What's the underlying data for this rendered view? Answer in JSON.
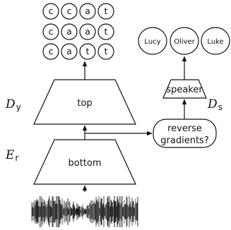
{
  "labels": {
    "dy_main": "D",
    "dy_sub": "y",
    "ds_main": "D",
    "ds_sub": "s",
    "er_main": "E",
    "er_sub": "r"
  },
  "blocks": {
    "top": "top",
    "bottom": "bottom",
    "speaker": "speaker",
    "reverse_line1": "reverse",
    "reverse_line2": "gradients?"
  },
  "char_grid": [
    [
      "c",
      "c",
      "a",
      "t"
    ],
    [
      "c",
      "a",
      "a",
      "t"
    ],
    [
      "c",
      "a",
      "t",
      "t"
    ]
  ],
  "speakers": [
    "Lucy",
    "Oliver",
    "Luke"
  ]
}
